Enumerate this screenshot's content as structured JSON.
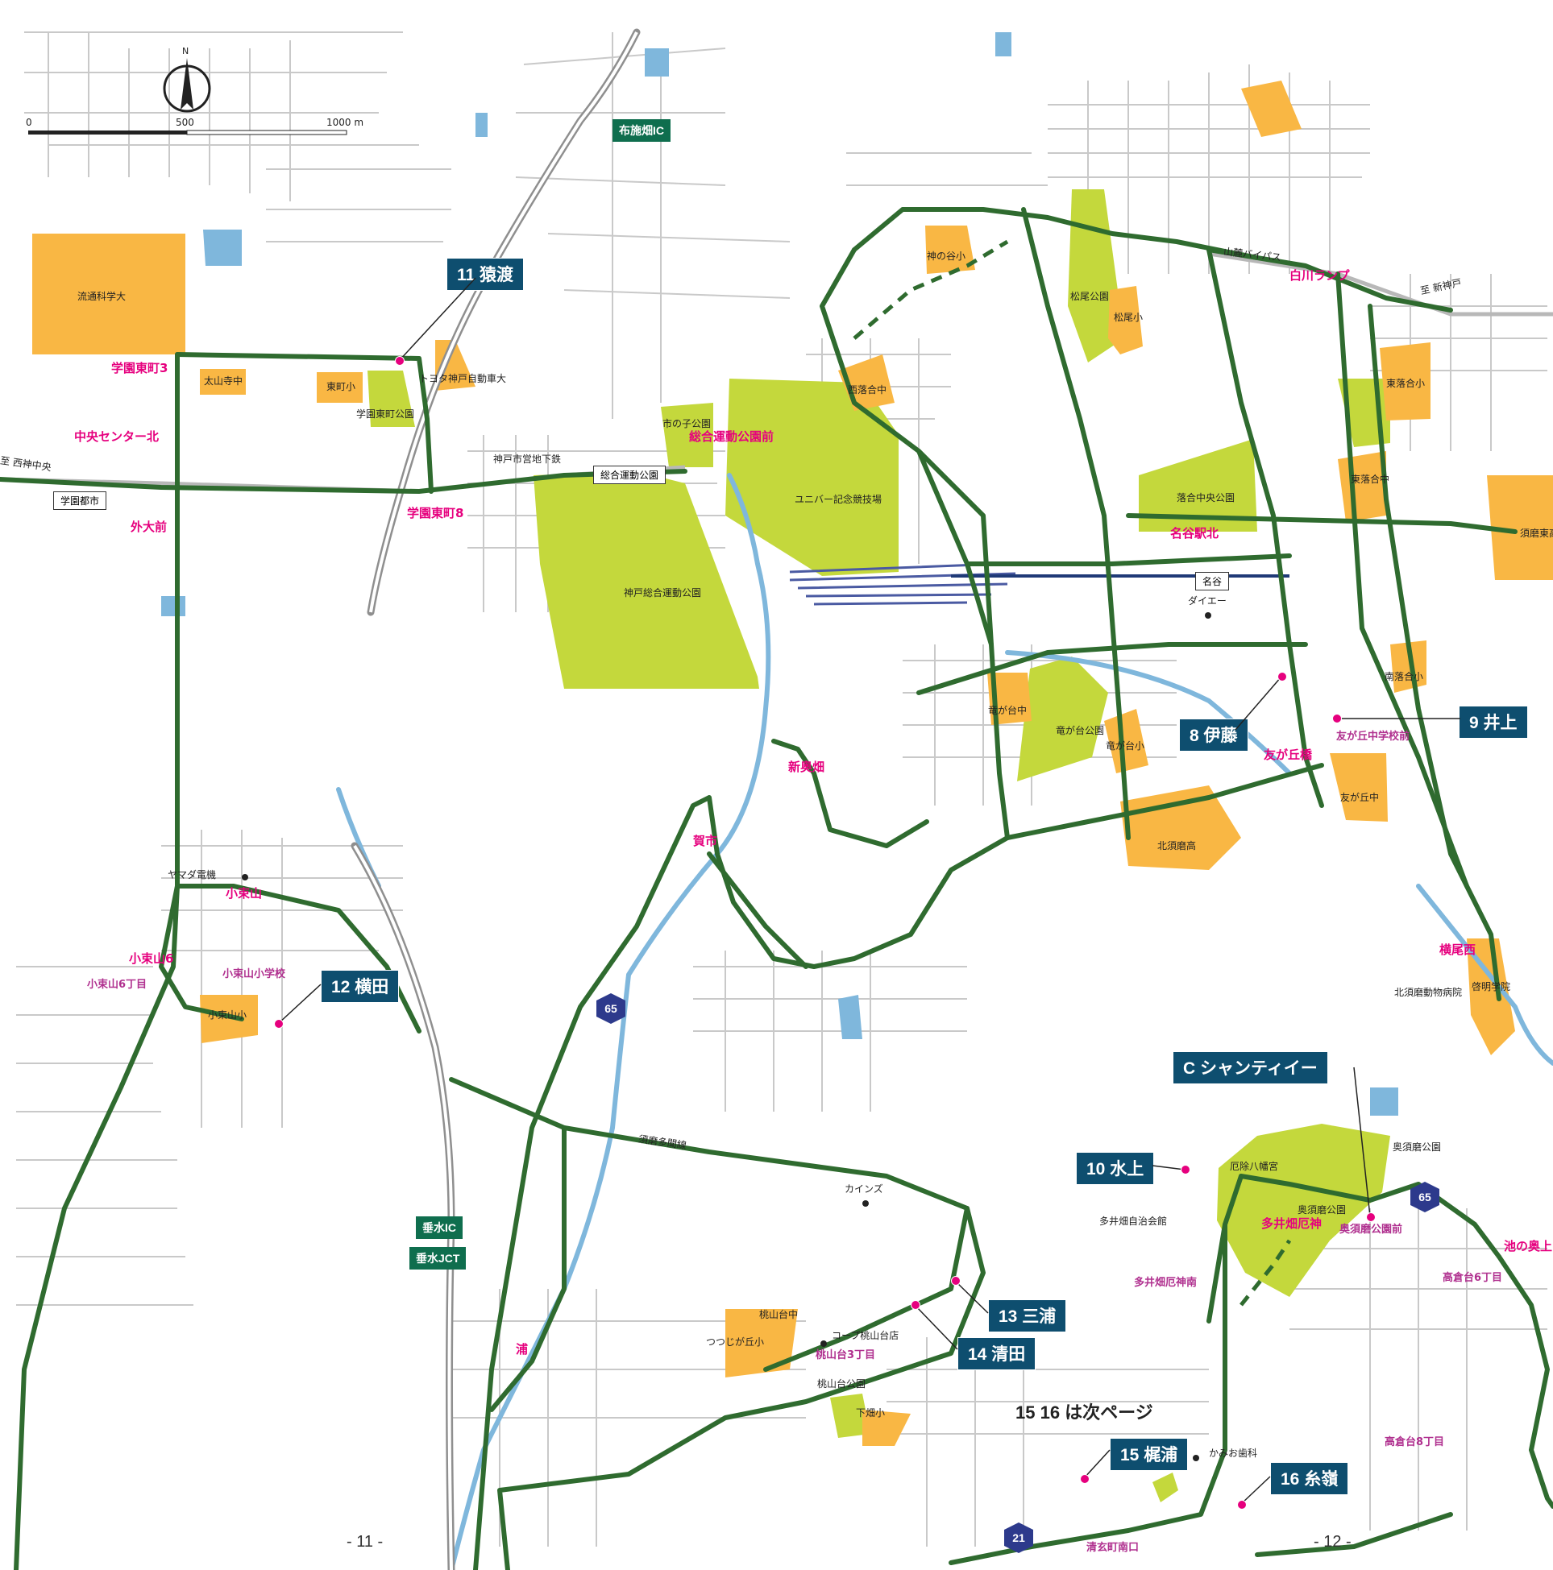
{
  "scale_bar": {
    "zero": "0",
    "mid": "500",
    "end": "1000 m",
    "north": "N"
  },
  "page_numbers": {
    "left": "- 11 -",
    "right": "- 12 -"
  },
  "note": "15 16 は次ページ",
  "interchanges": {
    "nunohata": "布施畑IC",
    "tarumi_ic": "垂水IC",
    "tarumi_jct": "垂水JCT"
  },
  "stations": {
    "gakuentoshi": "学園都市",
    "sogo": "総合運動公園",
    "myodani": "名谷"
  },
  "highway_numbers": {
    "r65a": "65",
    "r65b": "65",
    "r21": "21"
  },
  "routes": {
    "r8": "8 伊藤",
    "r9": "9 井上",
    "r10": "10 水上",
    "r11": "11 猿渡",
    "r12": "12 横田",
    "r13": "13 三浦",
    "r14": "14 清田",
    "r15": "15 梶浦",
    "r16": "16 糸嶺",
    "rC": "C シャンティイー"
  },
  "stops": {
    "gakuen_higashi3": "学園東町3",
    "chuo_center_kita": "中央センター北",
    "gaidai_mae": "外大前",
    "gakuen_higashi8": "学園東町8",
    "sogo_mae": "総合運動公園前",
    "shin_okuhata": "新奥畑",
    "gaichi": "賀市",
    "kotoyama": "小束山",
    "kotoyama6": "小束山6",
    "shirakawa": "白川ランプ",
    "myodani_kita": "名谷駅北",
    "tomogaoka_bashi": "友が丘橋",
    "tomogaoka_chu_mae": "友が丘中学校前",
    "yokoo_nishi": "横尾西",
    "ikenookuue": "池の奥上",
    "okusuma_mae": "奥須磨公園前",
    "tai_hatake": "多井畑厄神",
    "ura": "浦"
  },
  "bus_stops": {
    "kotoyama6chome": "小束山6丁目",
    "kotoyama_es": "小束山小学校",
    "tai_shrine_s": "多井畑厄神南",
    "takakura6": "高倉台6丁目",
    "takakura8": "高倉台8丁目",
    "momoyama3": "桃山台3丁目",
    "seigen_minami": "清玄町南口"
  },
  "schools": {
    "ryutsu": "流通科学大",
    "taisanji": "太山寺中",
    "higashimachi": "東町小",
    "toyota": "トヨタ神戸自動車大",
    "kaminotani": "神の谷小",
    "matsuo": "松尾小",
    "nishiochiai": "西落合中",
    "higashiochiai_e": "東落合小",
    "higashiochiai_j": "東落合中",
    "suma_higashi": "須磨東高",
    "minamiochiai": "南落合小",
    "ryugadai_j": "竜が台中",
    "ryugadai_e": "竜が台小",
    "kitasuma": "北須磨高",
    "tomogaoka_j": "友が丘中",
    "keimei": "啓明学院",
    "kotoyama_e": "小束山小",
    "momoyama_j": "桃山台中",
    "tsutsujigaoka": "つつじが丘小",
    "shimohata": "下畑小"
  },
  "parks": {
    "gakuen_park": "学園東町公園",
    "ichinoko": "市の子公園",
    "sogo_park": "神戸総合運動公園",
    "universiade": "ユニバー記念競技場",
    "matsuo_park": "松尾公園",
    "ochiai_park": "落合中央公園",
    "ryugadai_park": "竜が台公園",
    "okusuma_park": "奥須磨公園",
    "okusuma_park2": "奥須磨公園",
    "momoyama_park": "桃山台公園"
  },
  "places": {
    "subway": "神戸市営地下鉄",
    "nishikobe": "至 西神中央",
    "sanroku": "山麓バイパス",
    "shinkobe": "至 新神戸",
    "daiei": "ダイエー",
    "yamada": "ヤマダ電機",
    "animal_hosp": "北須磨動物病院",
    "yakujin_hachiman": "厄除八幡宮",
    "tai_hall": "多井畑自治会館",
    "kainz": "カインズ",
    "coop": "コープ桃山台店",
    "kamio": "かみお歯科",
    "sumatara": "須磨多聞線"
  },
  "colors": {
    "route_line": "#2f6b2f",
    "park": "#c4d83c",
    "school": "#f9b744",
    "route_box": "#0e4e6f",
    "stop_text": "#e6007e",
    "bus_text": "#b0308f",
    "river": "#7fb7dc",
    "highway_badge": "#2d3a8c"
  }
}
